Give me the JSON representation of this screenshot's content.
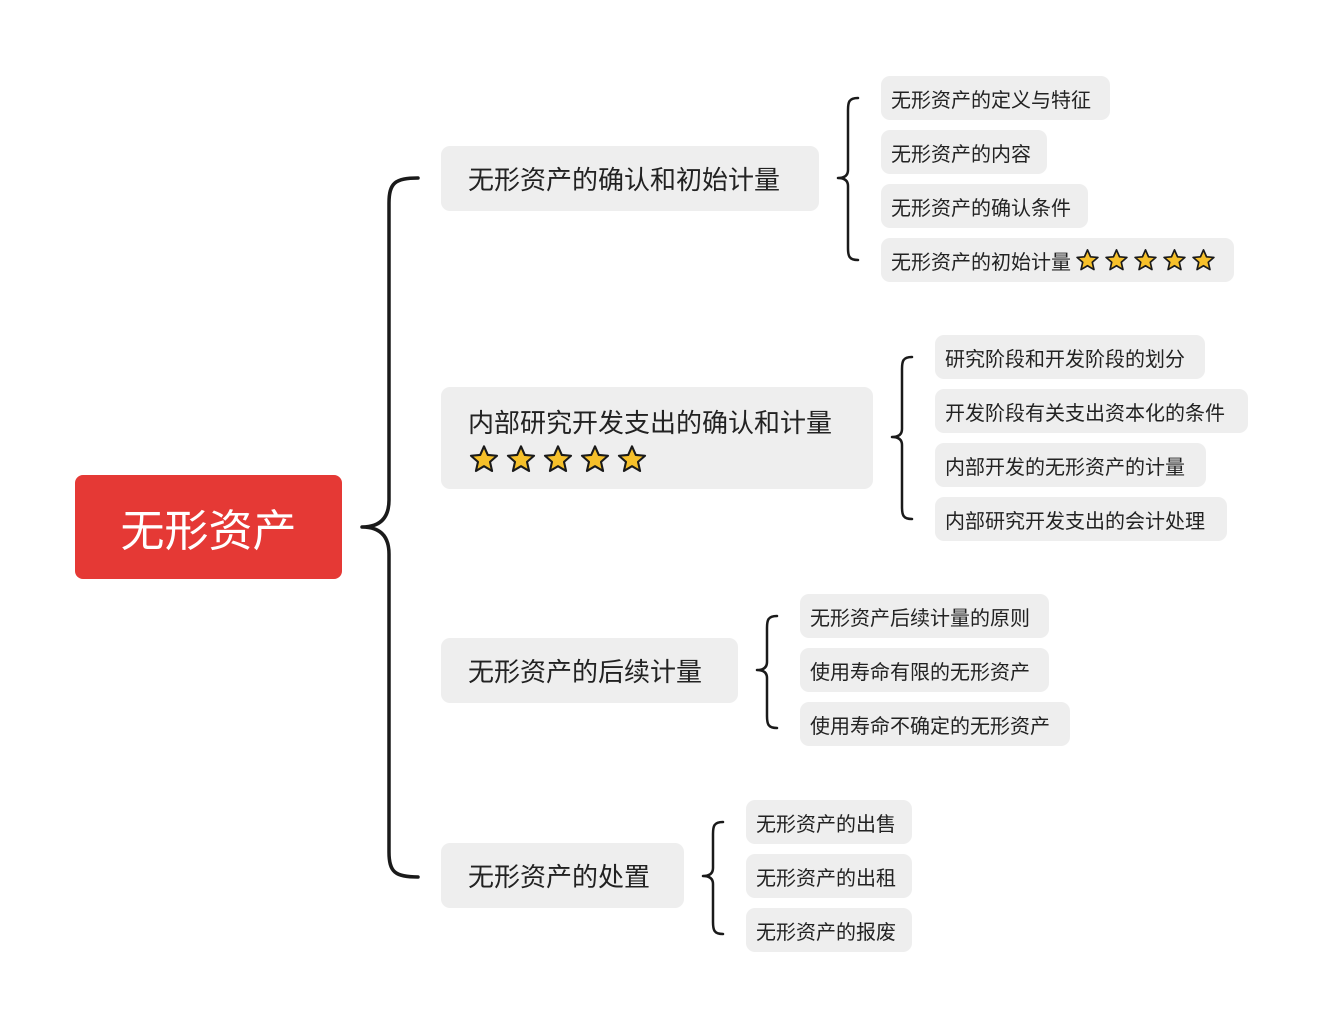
{
  "root": {
    "label": "无形资产",
    "color": "#e53935"
  },
  "star_color": "#f6c02a",
  "branches": [
    {
      "label": "无形资产的确认和初始计量",
      "stars": 0,
      "children": [
        {
          "label": "无形资产的定义与特征",
          "stars": 0
        },
        {
          "label": "无形资产的内容",
          "stars": 0
        },
        {
          "label": "无形资产的确认条件",
          "stars": 0
        },
        {
          "label": "无形资产的初始计量",
          "stars": 5
        }
      ]
    },
    {
      "label": "内部研究开发支出的确认和计量",
      "stars": 5,
      "children": [
        {
          "label": "研究阶段和开发阶段的划分",
          "stars": 0
        },
        {
          "label": "开发阶段有关支出资本化的条件",
          "stars": 0
        },
        {
          "label": "内部开发的无形资产的计量",
          "stars": 0
        },
        {
          "label": "内部研究开发支出的会计处理",
          "stars": 0
        }
      ]
    },
    {
      "label": "无形资产的后续计量",
      "stars": 0,
      "children": [
        {
          "label": "无形资产后续计量的原则",
          "stars": 0
        },
        {
          "label": "使用寿命有限的无形资产",
          "stars": 0
        },
        {
          "label": "使用寿命不确定的无形资产",
          "stars": 0
        }
      ]
    },
    {
      "label": "无形资产的处置",
      "stars": 0,
      "children": [
        {
          "label": "无形资产的出售",
          "stars": 0
        },
        {
          "label": "无形资产的出租",
          "stars": 0
        },
        {
          "label": "无形资产的报废",
          "stars": 0
        }
      ]
    }
  ]
}
